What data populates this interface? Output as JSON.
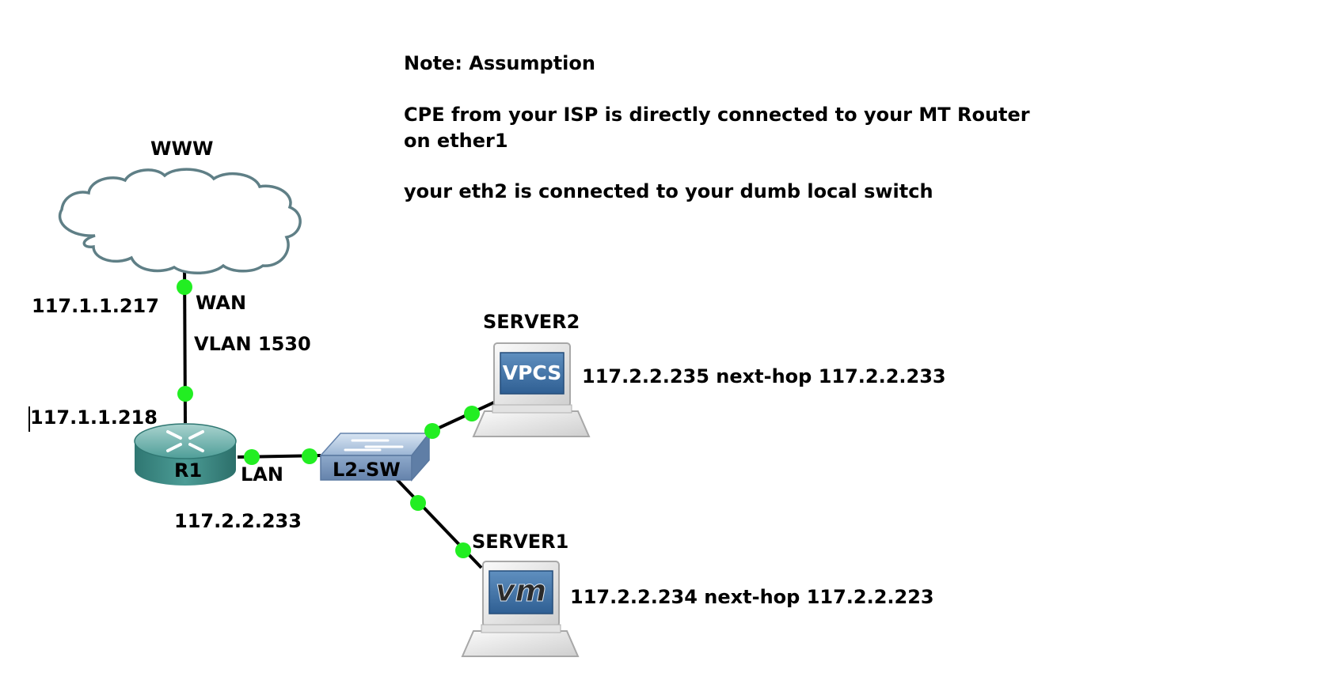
{
  "note": {
    "title": "Note: Assumption",
    "line1": "CPE from your ISP is directly connected to your MT Router",
    "line2": "on ether1",
    "line3": "your eth2 is connected to your dumb local switch"
  },
  "nodes": {
    "cloud": {
      "label": "WWW"
    },
    "router": {
      "label": "R1"
    },
    "switch": {
      "label": "L2-SW"
    },
    "server2": {
      "label": "SERVER2",
      "screen_text": "VPCS"
    },
    "server1": {
      "label": "SERVER1",
      "screen_text": "vm"
    }
  },
  "labels": {
    "wan_ip": "117.1.1.217",
    "wan": "WAN",
    "vlan": "VLAN 1530",
    "router_wan_ip": "117.1.1.218",
    "lan": "LAN",
    "lan_ip": "117.2.2.233",
    "server2_addr": "117.2.2.235 next-hop 117.2.2.233",
    "server1_addr": "117.2.2.234 next-hop 117.2.2.223"
  },
  "colors": {
    "link": "#000000",
    "port_dot": "#22ee22",
    "router": "#3d8f8a",
    "switch": "#7f9fc4",
    "cloud_stroke": "#5f7f86"
  }
}
